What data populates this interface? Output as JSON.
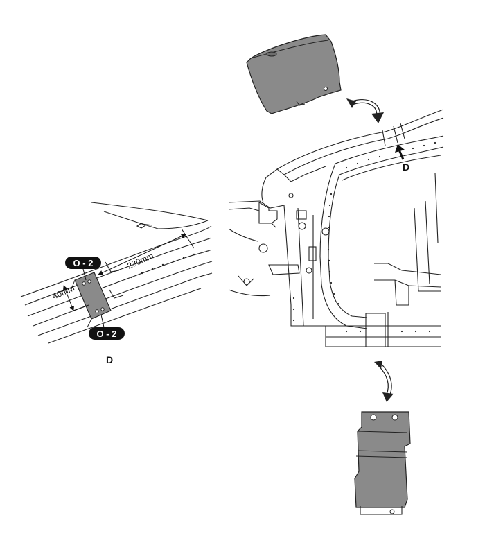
{
  "labels": {
    "detail_view": "D",
    "detail_arrow": "D",
    "callout_top": "O - 2",
    "callout_bottom": "O - 2",
    "dim_length": "230mm",
    "dim_width": "40mm"
  },
  "colors": {
    "line": "#222222",
    "part_fill": "#8a8a8a",
    "part_fill_dark": "#6e6e6e",
    "callout_bg": "#111111",
    "background": "#ffffff"
  },
  "icons": {
    "rotate_arrow": "curved-arrow-icon",
    "pointer_arrow": "arrow-pointer-icon"
  }
}
